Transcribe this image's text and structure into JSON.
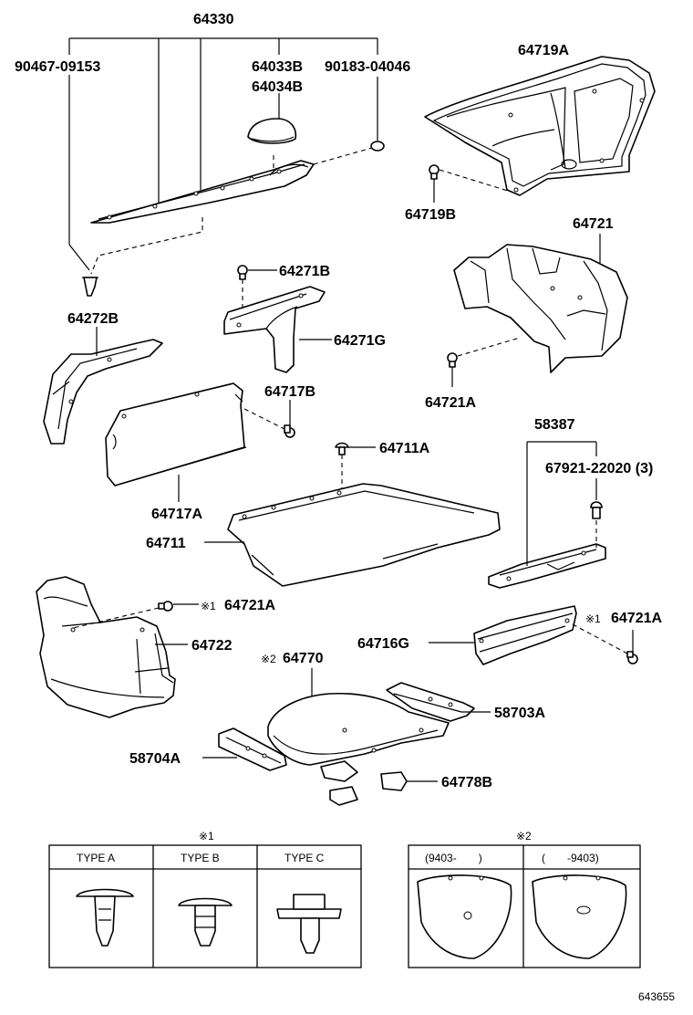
{
  "labels": {
    "p64330": "64330",
    "p9046709153": "90467-09153",
    "p64033B": "64033B",
    "p64034B": "64034B",
    "p9018304046": "90183-04046",
    "p64719A": "64719A",
    "p64719B": "64719B",
    "p64721": "64721",
    "p64271B": "64271B",
    "p64272B": "64272B",
    "p64271G": "64271G",
    "p64721A_top": "64721A",
    "p64717B": "64717B",
    "p64711A": "64711A",
    "p58387": "58387",
    "p6792122020": "67921-22020 (3)",
    "p64717A": "64717A",
    "p64711": "64711",
    "p64721A_left": "64721A",
    "p64721A_right": "64721A",
    "p64722": "64722",
    "p64716G": "64716G",
    "p64770": "64770",
    "p58703A": "58703A",
    "p58704A": "58704A",
    "p64778B": "64778B"
  },
  "marks": {
    "m1_left": "※1",
    "m1_right": "※1",
    "m2_label": "※2",
    "m1_table": "※1",
    "m2_table": "※2"
  },
  "table1": {
    "col1": "TYPE A",
    "col2": "TYPE B",
    "col3": "TYPE C"
  },
  "table2": {
    "col1": "(9403-　　)",
    "col2": "(　　-9403)"
  },
  "diagram_id": "643655"
}
